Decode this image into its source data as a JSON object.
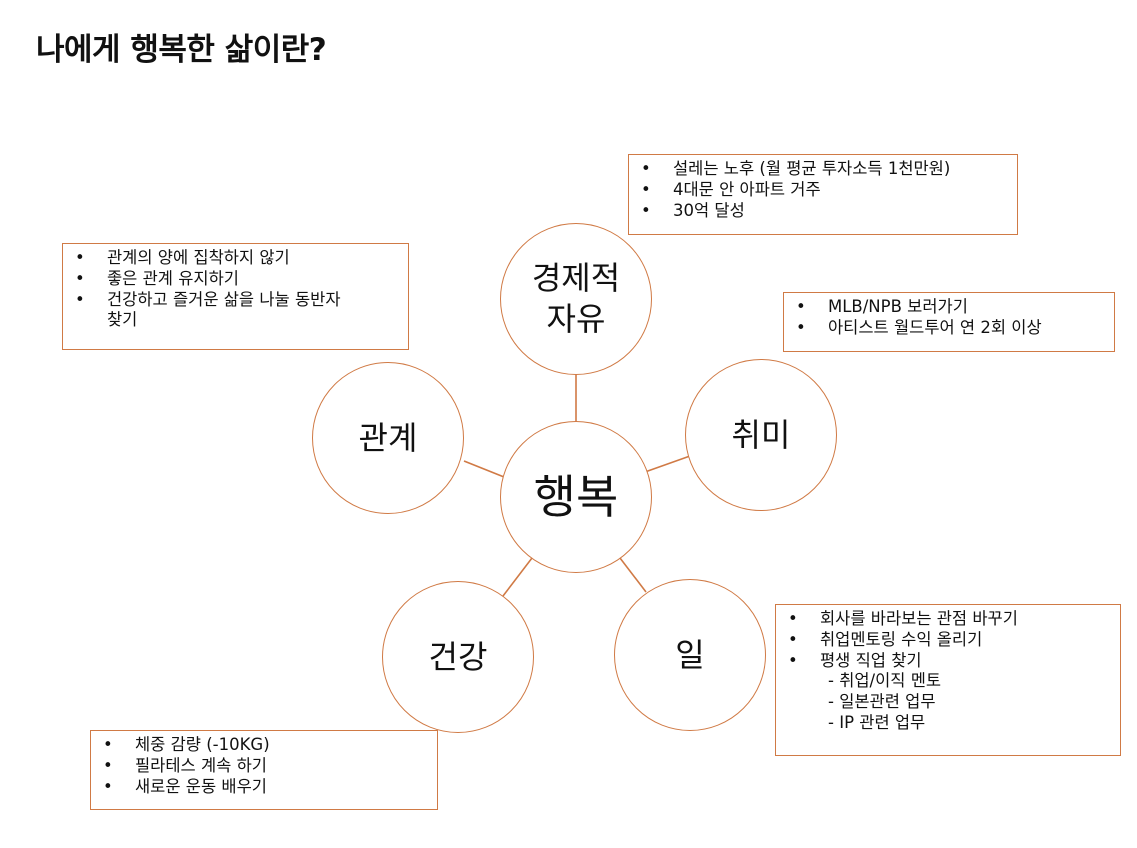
{
  "title": "나에게 행복한 삶이란?",
  "colors": {
    "accent": "#d07a45",
    "text": "#111111",
    "background": "#ffffff"
  },
  "center": {
    "label": "행복"
  },
  "nodes": {
    "economic": {
      "label": "경제적\n자유"
    },
    "hobby": {
      "label": "취미"
    },
    "work": {
      "label": "일"
    },
    "health": {
      "label": "건강"
    },
    "relationship": {
      "label": "관계"
    }
  },
  "boxes": {
    "economic": {
      "items": [
        "설레는 노후 (월 평균 투자소득 1천만원)",
        "4대문 안 아파트 거주",
        "30억 달성"
      ]
    },
    "relationship": {
      "items": [
        "관계의 양에 집착하지 않기",
        "좋은 관계 유지하기",
        "건강하고 즐거운 삶을 나눌 동반자",
        "찾기"
      ]
    },
    "hobby": {
      "items": [
        "MLB/NPB 보러가기",
        "아티스트 월드투어 연 2회 이상"
      ]
    },
    "work": {
      "items": [
        "회사를 바라보는 관점 바꾸기",
        "취업멘토링 수익 올리기",
        "평생 직업 찾기"
      ],
      "subitems": [
        "- 취업/이직 멘토",
        "- 일본관련 업무",
        "- IP 관련 업무"
      ]
    },
    "health": {
      "items": [
        "체중 감량 (-10KG)",
        "필라테스 계속 하기",
        "새로운 운동 배우기"
      ]
    }
  }
}
